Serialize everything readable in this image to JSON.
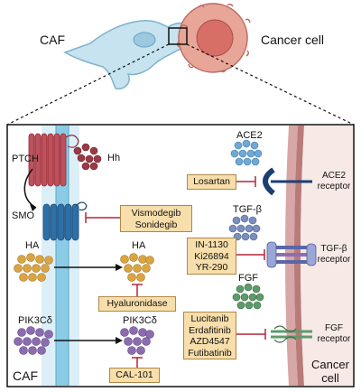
{
  "header": {
    "caf_label": "CAF",
    "cancer_cell_label": "Cancer cell"
  },
  "panel": {
    "left_region_label": "CAF",
    "right_region_label_line1": "Cancer",
    "right_region_label_line2": "cell"
  },
  "hedgehog": {
    "ptch_label": "PTCH",
    "hh_label": "Hh",
    "smo_label": "SMO",
    "inhibitors": [
      "Vismodegib",
      "Sonidegib"
    ]
  },
  "ha": {
    "label_left": "HA",
    "label_right": "HA",
    "inhibitor": "Hyaluronidase"
  },
  "pik3": {
    "label_left": "PIK3Cδ",
    "label_right": "PIK3Cδ",
    "inhibitor": "CAL-101"
  },
  "ace2": {
    "ligand_label": "ACE2",
    "inhibitor": "Losartan",
    "receptor_line1": "ACE2",
    "receptor_line2": "receptor"
  },
  "tgfb": {
    "ligand_label": "TGF-β",
    "inhibitors": [
      "IN-1130",
      "Ki26894",
      "YR-290"
    ],
    "receptor_line1": "TGF-β",
    "receptor_line2": "receptor"
  },
  "fgf": {
    "ligand_label": "FGF",
    "inhibitors": [
      "Lucitanib",
      "Erdafitinib",
      "AZD4547",
      "Futibatinib"
    ],
    "receptor_line1": "FGF",
    "receptor_line2": "receptor"
  },
  "colors": {
    "caf_cell": "#c6e3ef",
    "cancer_cell": "#e8a699",
    "membrane_left": "#8ccbe6",
    "membrane_right": "#b97a7a",
    "drug_box_fill": "#f7deaa",
    "drug_box_border": "#b0874a",
    "inhibition": "#b3263a",
    "ha_dots": "#d9a441",
    "pik3_dots": "#8d6bb1",
    "ace2_dots": "#6fa9d6",
    "tgfb_dots": "#7a8fbe",
    "fgf_dots": "#5f9a6a",
    "ptch": "#c0505a",
    "smo": "#2f6fa7",
    "hh_dots": "#9b3a44"
  }
}
